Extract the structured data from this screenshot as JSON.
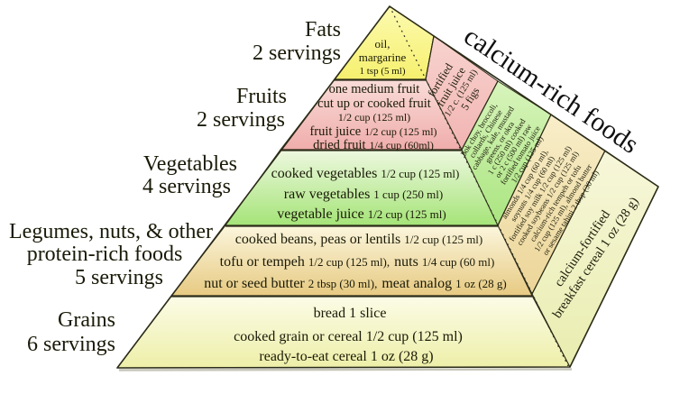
{
  "title": "calcium-rich foods",
  "labels": {
    "fats": [
      "Fats",
      "2 servings"
    ],
    "fruits": [
      "Fruits",
      "2 servings"
    ],
    "vegetables": [
      "Vegetables",
      "4 servings"
    ],
    "legumes": [
      "Legumes, nuts, & other",
      "protein-rich foods",
      "5 servings"
    ],
    "grains": [
      "Grains",
      "6 servings"
    ]
  },
  "fats": {
    "lines": [
      "oil,",
      "margarine",
      "1 tsp (5 ml)"
    ]
  },
  "fruits": {
    "l1": "one medium fruit",
    "l2": "cut up or cooked fruit",
    "l3": "1/2 cup (125 ml)",
    "l4a": "fruit juice",
    "l4b": "1/2 cup (125 ml)",
    "l5a": "dried fruit",
    "l5b": "1/4 cup (60ml)"
  },
  "vegetables": {
    "l1a": "cooked vegetables",
    "l1b": "1/2 cup (125 ml)",
    "l2a": "raw vegetables",
    "l2b": "1 cup (250 ml)",
    "l3a": "vegetable juice",
    "l3b": "1/2 cup (125 ml)"
  },
  "legumes": {
    "l1a": "cooked beans, peas or lentils",
    "l1b": "1/2 cup (125 ml)",
    "l2a": "tofu or tempeh",
    "l2b": "1/2 cup (125 ml),",
    "l2c": "nuts",
    "l2d": "1/4 cup (60 ml)",
    "l3a": "nut or seed butter",
    "l3b": "2 tbsp (30 ml),",
    "l3c": "meat analog",
    "l3d": "1 oz (28 g)"
  },
  "grains": {
    "lines": [
      "bread 1 slice",
      "cooked grain or cereal 1/2 cup (125 ml)",
      "ready-to-eat cereal 1 oz (28 g)"
    ]
  },
  "calcium": {
    "fruit_wedge": [
      "fortified",
      "fruit juice",
      "1/2 c. (125 ml)",
      "5 figs"
    ],
    "vegetable_wedge": [
      "bok choy, broccoli,",
      "collards, Chinese",
      "cabbage, kale, mustard",
      "greens, or okra",
      "1 c (250 ml) cooked",
      "or 2 c (500 ml) raw",
      "fortified tomato juice",
      "1/2 cup (125 ml)"
    ],
    "protein_wedge": [
      "almonds 1/4 cup (60 ml),",
      "soynuts 1/4 cup (60 ml)",
      "fortified soy milk 1/2 cup (125 ml)",
      "cooked soybeans 1/2 cup (125 ml)",
      "calcium-rich tempeh or tofu",
      "1/2 cup (125 ml), almond butter",
      "or sesame tahini 2 tbsp (30 ml)"
    ],
    "grain_wedge": [
      "calcium-fortified",
      "breakfast cereal 1 oz (28 g)"
    ]
  },
  "colors": {
    "fats_yellow": "#f8f480",
    "fruits_pink": "#f0b2b0",
    "vegetables_green": "#a9e67e",
    "legumes_tan": "#e8cc85",
    "grains_cream": "#eef0ac",
    "line_dark": "#2b2b18"
  }
}
